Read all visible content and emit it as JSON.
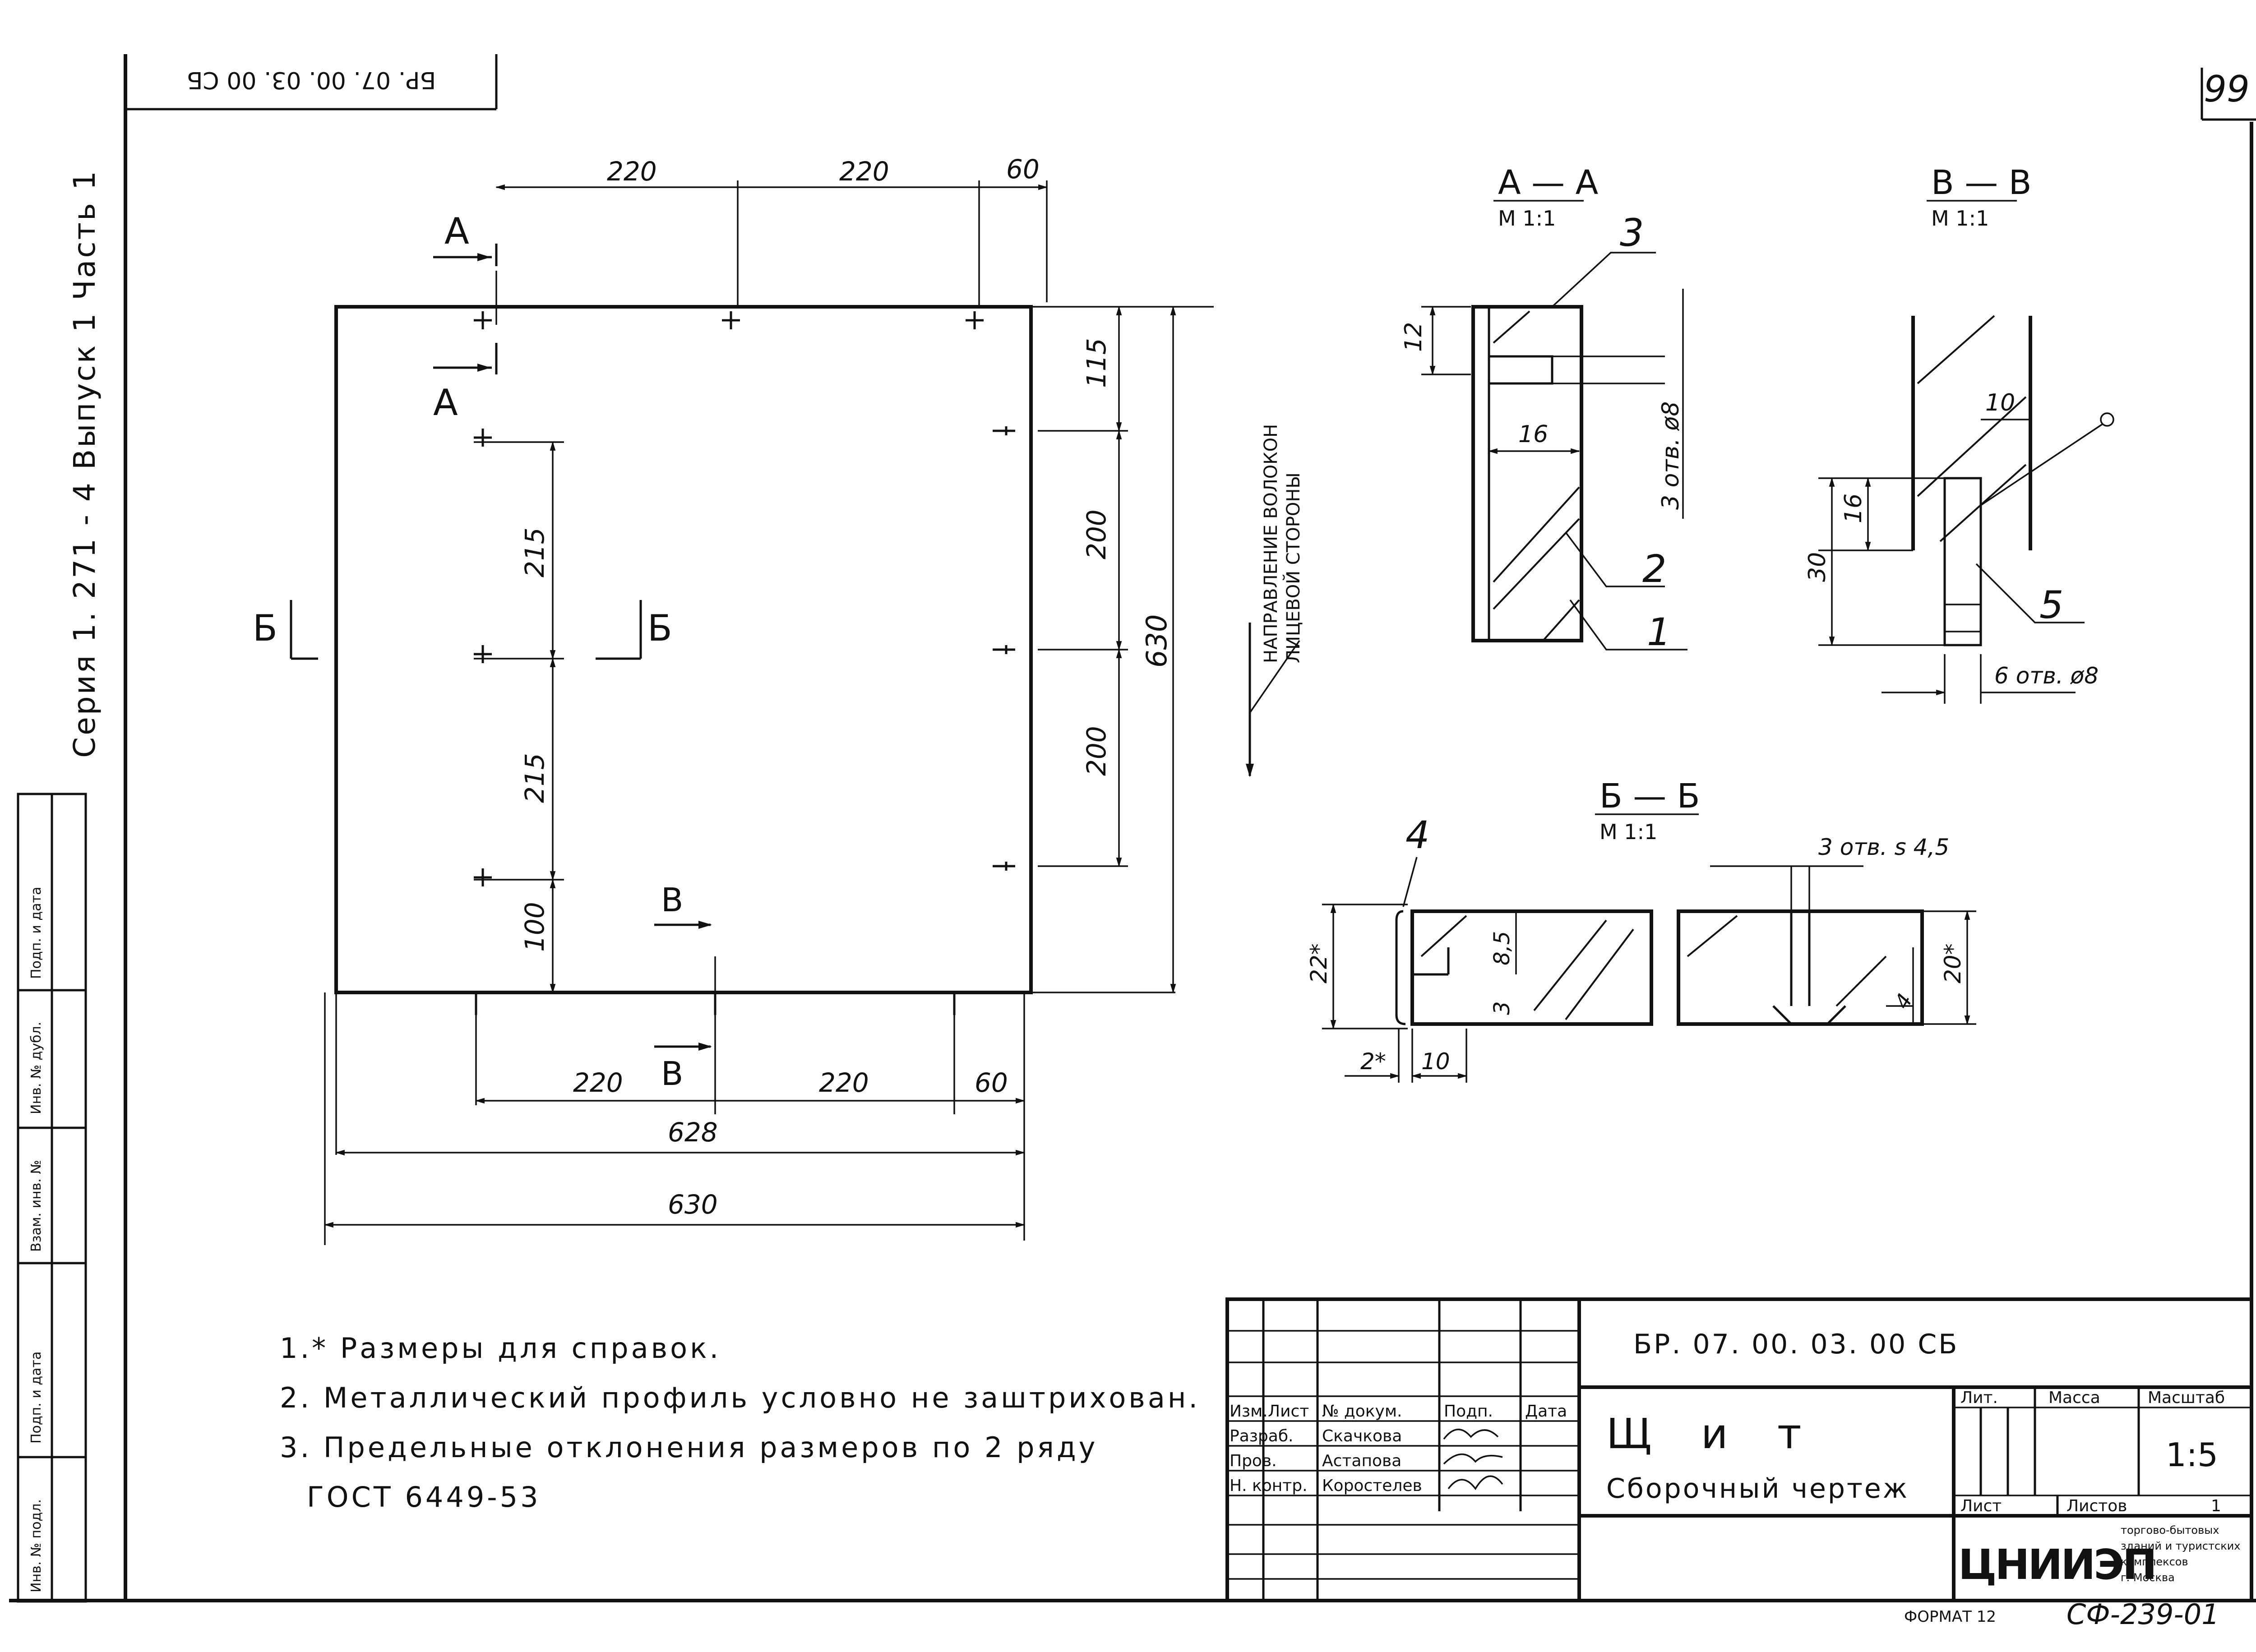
{
  "sheet": {
    "stamp_top": "БР. 07. 00. 03. 00 СБ",
    "page_number": "99",
    "series": "Серия   1. 271 - 4   Выпуск 1   Часть 1",
    "side_cells": [
      "Подп. и дата",
      "Инв. № дубл.",
      "Взам. инв. №",
      "Подп. и дата",
      "Инв. № подл."
    ],
    "format": "ФОРМАТ 12",
    "sheet_code": "СФ-239-01"
  },
  "main_view": {
    "dims_top": [
      "220",
      "220",
      "60"
    ],
    "dims_right": [
      "115",
      "200",
      "200",
      "630"
    ],
    "dims_left": [
      "215",
      "215",
      "100"
    ],
    "dims_bottom": [
      "220",
      "220",
      "60",
      "628",
      "630"
    ],
    "section_marks": {
      "aa": "А",
      "bb": "Б",
      "vv": "В"
    },
    "grain_label": [
      "НАПРАВЛЕНИЕ ВОЛОКОН",
      "ЛИЦЕВОЙ СТОРОНЫ"
    ]
  },
  "section_aa": {
    "title": "А — А",
    "scale": "М 1:1",
    "dims": [
      "12",
      "16",
      "3 отв. ø8"
    ],
    "callouts": [
      "3",
      "2",
      "1"
    ]
  },
  "section_vv": {
    "title": "В — В",
    "scale": "М 1:1",
    "dims": [
      "10",
      "16",
      "30",
      "6 отв. ø8"
    ],
    "callouts": [
      "5"
    ]
  },
  "section_bb": {
    "title": "Б — Б",
    "scale": "М 1:1",
    "dims": [
      "22*",
      "8,5",
      "3",
      "2*",
      "10",
      "3 отв. s 4,5",
      "20*",
      "4"
    ],
    "callouts": [
      "4"
    ]
  },
  "notes": [
    "1.* Размеры для справок.",
    "2. Металлический профиль условно не заштрихован.",
    "3. Предельные отклонения размеров по 2 ряду",
    "ГОСТ 6449-53"
  ],
  "title_block": {
    "doc_code": "БР. 07. 00. 03. 00 СБ",
    "header": [
      "Изм.",
      "Лист",
      "№ докум.",
      "Подп.",
      "Дата"
    ],
    "rows": [
      {
        "role": "Разраб.",
        "name": "Скачкова"
      },
      {
        "role": "Пров.",
        "name": "Астапова"
      },
      {
        "role": "Н. контр.",
        "name": "Коростелев"
      }
    ],
    "item_name": "Щ и т",
    "doc_type": "Сборочный чертеж",
    "lit_label": "Лит.",
    "mass_label": "Масса",
    "scale_label": "Масштаб",
    "scale_value": "1:5",
    "sheet_label": "Лист",
    "sheets_label": "Листов",
    "sheets_value": "1",
    "org_logo": "ЦНИИЭП",
    "org_lines": [
      "торгово-бытовых",
      "зданий и туристских",
      "комплексов",
      "г. Москва"
    ]
  }
}
